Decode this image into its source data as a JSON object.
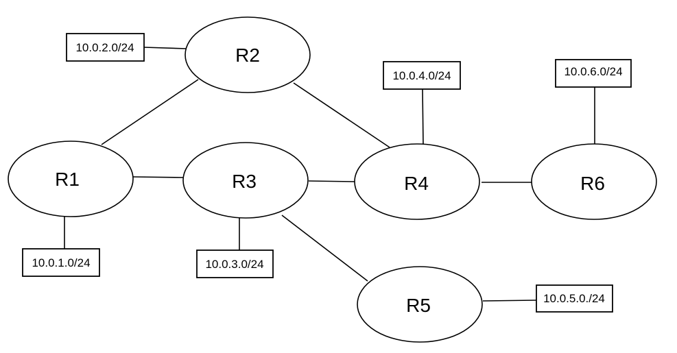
{
  "routers": {
    "r1": "R1",
    "r2": "R2",
    "r3": "R3",
    "r4": "R4",
    "r5": "R5",
    "r6": "R6"
  },
  "subnets": {
    "r1": "10.0.1.0/24",
    "r2": "10.0.2.0/24",
    "r3": "10.0.3.0/24",
    "r4": "10.0.4.0/24",
    "r5": "10.0.5.0./24",
    "r6": "10.0.6.0/24"
  },
  "links": [
    [
      "R1",
      "R2"
    ],
    [
      "R1",
      "R3"
    ],
    [
      "R2",
      "R4"
    ],
    [
      "R3",
      "R4"
    ],
    [
      "R3",
      "R5"
    ],
    [
      "R4",
      "R6"
    ]
  ]
}
